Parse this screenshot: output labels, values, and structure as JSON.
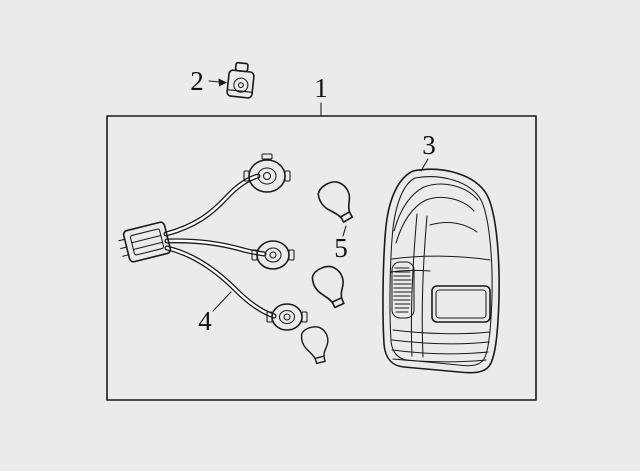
{
  "diagram": {
    "background_color": "#ebebeb",
    "panel_color": "#ffffff",
    "line_color": "#1a1a1a",
    "callouts": {
      "assembly": {
        "label": "1"
      },
      "bulb_socket": {
        "label": "2"
      },
      "lamp_lens": {
        "label": "3"
      },
      "wire_harness": {
        "label": "4"
      },
      "bulb": {
        "label": "5"
      }
    }
  }
}
